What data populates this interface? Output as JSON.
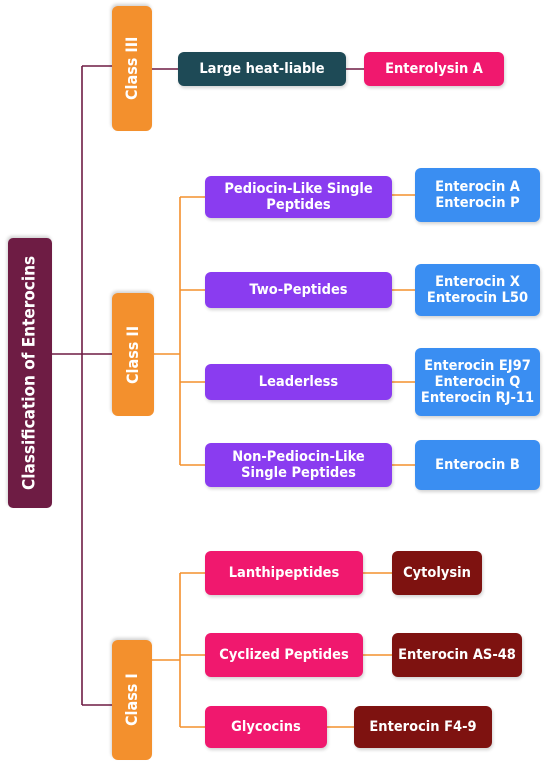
{
  "root": "Classification of Enterocins",
  "classes": [
    {
      "label": "Class III",
      "subtypes": [
        {
          "label": "Large heat-liable",
          "examples": "Enterolysin A"
        }
      ]
    },
    {
      "label": "Class II",
      "subtypes": [
        {
          "label": "Pediocin-Like Single\nPeptides",
          "examples": "Enterocin A\nEnterocin P"
        },
        {
          "label": "Two-Peptides",
          "examples": "Enterocin X\nEnterocin L50"
        },
        {
          "label": "Leaderless",
          "examples": "Enterocin EJ97\nEnterocin Q\nEnterocin RJ-11"
        },
        {
          "label": "Non-Pediocin-Like\nSingle Peptides",
          "examples": "Enterocin B"
        }
      ]
    },
    {
      "label": "Class I",
      "subtypes": [
        {
          "label": "Lanthipeptides",
          "examples": "Cytolysin"
        },
        {
          "label": "Cyclized Peptides",
          "examples": "Enterocin AS-48"
        },
        {
          "label": "Glycocins",
          "examples": "Enterocin F4-9"
        }
      ]
    }
  ],
  "colors": {
    "root": "#6e1c44",
    "class": "#f3902d",
    "class3_subtype": "#1e4a56",
    "class3_example": "#f0186e",
    "class2_subtype": "#8a3cf0",
    "class2_example": "#3a8ef2",
    "class1_subtype": "#f0186e",
    "class1_example": "#7e1210",
    "root_connector": "#6e1c44",
    "class3_connector": "#6e1c44",
    "class2_connector": "#f3902d",
    "class1_connector": "#f3902d"
  }
}
